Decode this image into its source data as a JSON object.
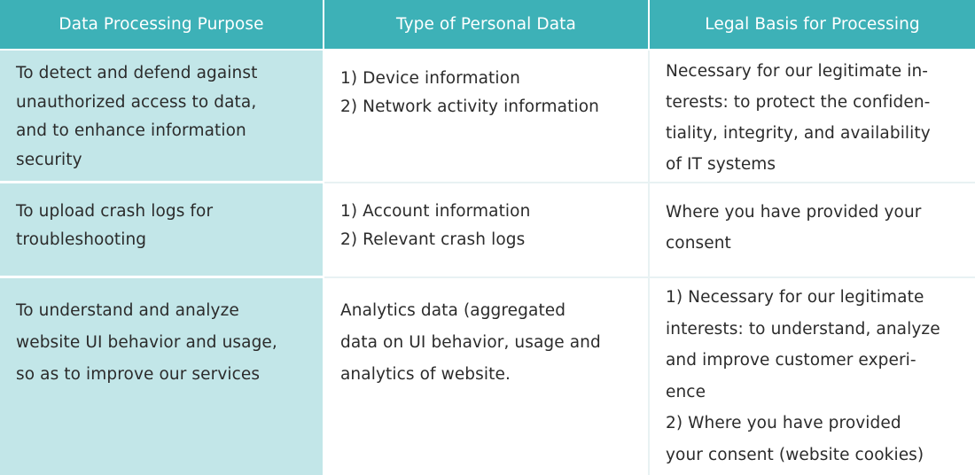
{
  "header": {
    "col1": "Data Processing Purpose",
    "col2": "Type of Personal Data",
    "col3": "Legal Basis for Processing"
  },
  "rows": [
    {
      "purpose": [
        "To detect and defend against",
        "unauthorized access to data,",
        "and to enhance information",
        "security"
      ],
      "data_types": [
        "1) Device information",
        "2) Network activity information"
      ],
      "legal_basis": [
        "Necessary for our legitimate in-",
        "terests: to protect the confiden-",
        "tiality, integrity, and availability",
        "of IT systems"
      ]
    },
    {
      "purpose": [
        "To upload crash logs for",
        "troubleshooting"
      ],
      "data_types": [
        "1) Account information",
        "2) Relevant crash logs"
      ],
      "legal_basis": [
        "Where you have provided your",
        "consent"
      ]
    },
    {
      "purpose": [
        "To understand and analyze",
        "website UI behavior and usage,",
        "so as to improve our services"
      ],
      "data_types": [
        "Analytics data (aggregated",
        "data on UI behavior, usage and",
        "analytics of website."
      ],
      "legal_basis": [
        "1) Necessary for our legitimate",
        "interests: to understand, analyze",
        "and improve customer experi-",
        "ence",
        "2) Where you have provided",
        "your consent (website cookies)"
      ]
    }
  ]
}
